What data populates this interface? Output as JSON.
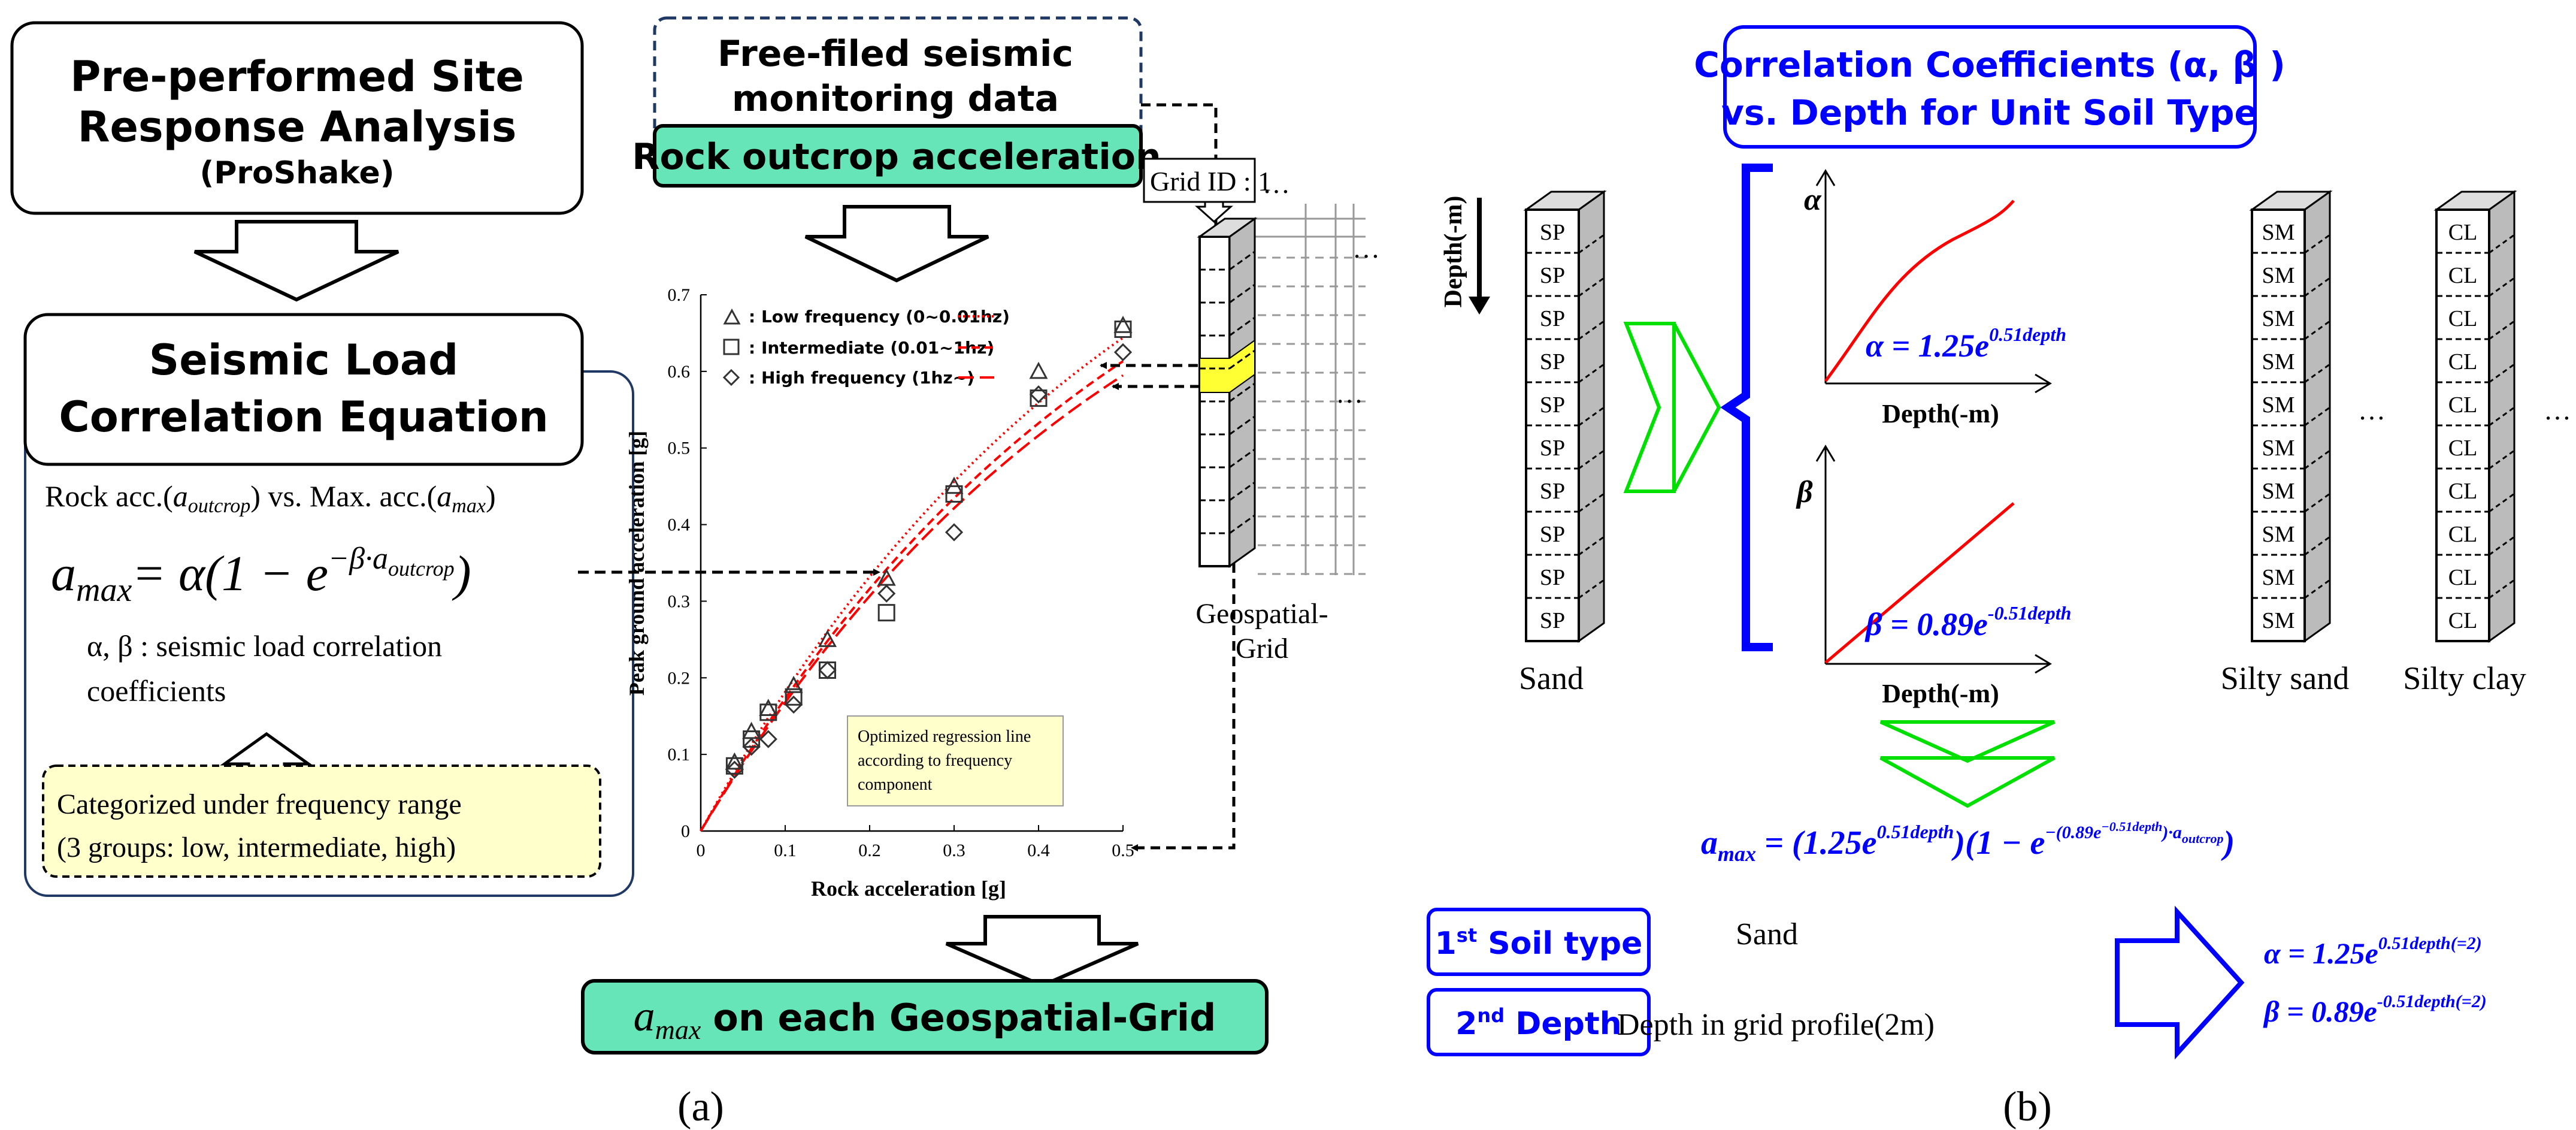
{
  "panel_a": {
    "box1": {
      "line1": "Pre-performed Site",
      "line2": "Response Analysis",
      "line3": "(ProShake)"
    },
    "box2": {
      "line1": "Seismic Load",
      "line2": "Correlation Equation"
    },
    "rock_vs_max": {
      "prefix": "Rock acc.(",
      "a_outcrop": "outcrop",
      "middle": ") vs. Max. acc.(",
      "a_max": "max",
      "suffix": ")"
    },
    "equation": {
      "lhs": "max",
      "rhs_alpha": "= α(1 − e",
      "exponent": "−β·a",
      "exponent_sub": "outcrop",
      "close": ")"
    },
    "coef": {
      "line1": "α, β : seismic load correlation",
      "line2": "coefficients"
    },
    "categorized": {
      "line1": "Categorized under frequency range",
      "line2": "(3 groups: low, intermediate, high)"
    },
    "monitoring": {
      "line1": "Free-filed seismic",
      "line2": "monitoring data",
      "highlight": "Rock outcrop acceleration"
    },
    "result": {
      "a": "a",
      "sub": "max",
      "text": "on each Geospatial-Grid"
    },
    "grid_id": "Grid ID : 1",
    "grid_caption": {
      "line1": "Geospatial-",
      "line2": "Grid"
    },
    "dots": "…",
    "label": "(a)"
  },
  "chart_data": {
    "type": "scatter",
    "xlabel": "Rock acceleration [g]",
    "ylabel": "Peak ground acceleration [g]",
    "xlim": [
      0,
      0.5
    ],
    "ylim": [
      0,
      0.7
    ],
    "x_ticks": [
      "0",
      "0.1",
      "0.2",
      "0.3",
      "0.4",
      "0.5"
    ],
    "y_ticks": [
      "0",
      "0.1",
      "0.2",
      "0.3",
      "0.4",
      "0.5",
      "0.6",
      "0.7"
    ],
    "grid": false,
    "legend_position": "top-left",
    "annotation": {
      "line1": "Optimized regression line",
      "line2": "according to frequency",
      "line3": "component"
    },
    "series": [
      {
        "name": "Low frequency (0~0.01hz)",
        "marker": "triangle",
        "line_style": "dotted",
        "color": "#ff0000",
        "x": [
          0.04,
          0.06,
          0.08,
          0.11,
          0.15,
          0.22,
          0.3,
          0.4,
          0.5
        ],
        "y": [
          0.09,
          0.13,
          0.16,
          0.19,
          0.25,
          0.33,
          0.45,
          0.6,
          0.66
        ]
      },
      {
        "name": "Intermediate (0.01~1hz)",
        "marker": "square",
        "line_style": "short-dash",
        "color": "#ff0000",
        "x": [
          0.04,
          0.06,
          0.08,
          0.11,
          0.15,
          0.22,
          0.3,
          0.4,
          0.5
        ],
        "y": [
          0.085,
          0.12,
          0.155,
          0.175,
          0.21,
          0.285,
          0.44,
          0.565,
          0.655
        ]
      },
      {
        "name": "High frequency (1hz~)",
        "marker": "diamond",
        "line_style": "long-dash",
        "color": "#ff0000",
        "x": [
          0.04,
          0.06,
          0.08,
          0.11,
          0.15,
          0.22,
          0.3,
          0.4,
          0.5
        ],
        "y": [
          0.08,
          0.11,
          0.12,
          0.165,
          0.21,
          0.31,
          0.39,
          0.57,
          0.625
        ]
      }
    ],
    "fit_curves": [
      {
        "alpha": 1.05,
        "beta": 1.9,
        "style": "dotted"
      },
      {
        "alpha": 1.0,
        "beta": 1.9,
        "style": "short-dash"
      },
      {
        "alpha": 0.97,
        "beta": 1.9,
        "style": "long-dash"
      }
    ]
  },
  "panel_b": {
    "title": {
      "line1": "Correlation Coefficients (α, β )",
      "line2": "vs. Depth for Unit Soil Type"
    },
    "depth_axis": "Depth(-m)",
    "sand": {
      "cells": [
        "SP",
        "SP",
        "SP",
        "SP",
        "SP",
        "SP",
        "SP",
        "SP",
        "SP",
        "SP"
      ],
      "label": "Sand"
    },
    "silty_sand": {
      "cells": [
        "SM",
        "SM",
        "SM",
        "SM",
        "SM",
        "SM",
        "SM",
        "SM",
        "SM",
        "SM"
      ],
      "label": "Silty sand"
    },
    "silty_clay": {
      "cells": [
        "CL",
        "CL",
        "CL",
        "CL",
        "CL",
        "CL",
        "CL",
        "CL",
        "CL",
        "CL"
      ],
      "label": "Silty clay"
    },
    "dots": "…",
    "alpha_plot": {
      "ylabel": "α",
      "xlabel": "Depth(-m)",
      "coef": "α = 1.25e",
      "exp": "0.51depth"
    },
    "beta_plot": {
      "ylabel": "β",
      "xlabel": "Depth(-m)",
      "coef": "β = 0.89e",
      "exp": "-0.51depth"
    },
    "final_eq": {
      "a": "a",
      "sub": "max",
      "part1": " = (1.25e",
      "exp1": "0.51depth",
      "part2": ")(1 − e",
      "exp2": "−(0.89e",
      "exp2b": "−0.51depth",
      "exp2c": ")·a",
      "exp2d": "outcrop",
      "part3": ")"
    },
    "step1": {
      "num": "1",
      "sup": "st",
      "text": " Soil type",
      "value": "Sand"
    },
    "step2": {
      "num": "2",
      "sup": "nd",
      "text": " Depth",
      "value": "Depth in grid profile(2m)"
    },
    "result_alpha": {
      "coef": "α = 1.25e",
      "exp": "0.51depth(=2)"
    },
    "result_beta": {
      "coef": "β = 0.89e",
      "exp": "-0.51depth(=2)"
    },
    "label": "(b)"
  }
}
